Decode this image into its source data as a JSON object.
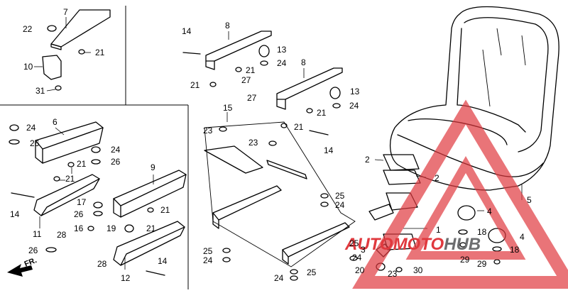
{
  "callouts": [
    {
      "id": "c7",
      "text": "7"
    },
    {
      "id": "c22",
      "text": "22"
    },
    {
      "id": "c21a",
      "text": "21"
    },
    {
      "id": "c10",
      "text": "10"
    },
    {
      "id": "c31",
      "text": "31"
    },
    {
      "id": "c14a",
      "text": "14"
    },
    {
      "id": "c8a",
      "text": "8"
    },
    {
      "id": "c13a",
      "text": "13"
    },
    {
      "id": "c24a",
      "text": "24"
    },
    {
      "id": "c21b",
      "text": "21"
    },
    {
      "id": "c21c",
      "text": "21"
    },
    {
      "id": "c27a",
      "text": "27"
    },
    {
      "id": "c8b",
      "text": "8"
    },
    {
      "id": "c13b",
      "text": "13"
    },
    {
      "id": "c27b",
      "text": "27"
    },
    {
      "id": "c24b",
      "text": "24"
    },
    {
      "id": "c21d",
      "text": "21"
    },
    {
      "id": "c21e",
      "text": "21"
    },
    {
      "id": "c14b",
      "text": "14"
    },
    {
      "id": "c6",
      "text": "6"
    },
    {
      "id": "c24c",
      "text": "24"
    },
    {
      "id": "c26a",
      "text": "26"
    },
    {
      "id": "c24d",
      "text": "24"
    },
    {
      "id": "c26b",
      "text": "26"
    },
    {
      "id": "c21f",
      "text": "21"
    },
    {
      "id": "c21g",
      "text": "21"
    },
    {
      "id": "c9",
      "text": "9"
    },
    {
      "id": "c14c",
      "text": "14"
    },
    {
      "id": "c17",
      "text": "17"
    },
    {
      "id": "c26c",
      "text": "26"
    },
    {
      "id": "c21h",
      "text": "21"
    },
    {
      "id": "c11",
      "text": "11"
    },
    {
      "id": "c28a",
      "text": "28"
    },
    {
      "id": "c16",
      "text": "16"
    },
    {
      "id": "c19",
      "text": "19"
    },
    {
      "id": "c21i",
      "text": "21"
    },
    {
      "id": "c26d",
      "text": "26"
    },
    {
      "id": "c28b",
      "text": "28"
    },
    {
      "id": "c12",
      "text": "12"
    },
    {
      "id": "c14d",
      "text": "14"
    },
    {
      "id": "c15",
      "text": "15"
    },
    {
      "id": "c23a",
      "text": "23"
    },
    {
      "id": "c23b",
      "text": "23"
    },
    {
      "id": "c25a",
      "text": "25"
    },
    {
      "id": "c24e",
      "text": "24"
    },
    {
      "id": "c25b",
      "text": "25"
    },
    {
      "id": "c24f",
      "text": "24"
    },
    {
      "id": "c24g",
      "text": "24"
    },
    {
      "id": "c25c",
      "text": "25"
    },
    {
      "id": "c2a",
      "text": "2"
    },
    {
      "id": "c2b",
      "text": "2"
    },
    {
      "id": "c5",
      "text": "5"
    },
    {
      "id": "c4a",
      "text": "4"
    },
    {
      "id": "c1",
      "text": "1"
    },
    {
      "id": "c18a",
      "text": "18"
    },
    {
      "id": "c4b",
      "text": "4"
    },
    {
      "id": "c25d",
      "text": "25"
    },
    {
      "id": "c3",
      "text": "3"
    },
    {
      "id": "c24h",
      "text": "24"
    },
    {
      "id": "c29a",
      "text": "29"
    },
    {
      "id": "c18b",
      "text": "18"
    },
    {
      "id": "c29b",
      "text": "29"
    },
    {
      "id": "c20",
      "text": "20"
    },
    {
      "id": "c23c",
      "text": "23"
    },
    {
      "id": "c30",
      "text": "30"
    }
  ],
  "direction_label": "FR.",
  "watermark": {
    "text_part1": "AUTO",
    "text_part2": "MOTO",
    "text_part3": "HUB",
    "color_red": "#e0393e",
    "color_gray": "#6d6e70"
  }
}
